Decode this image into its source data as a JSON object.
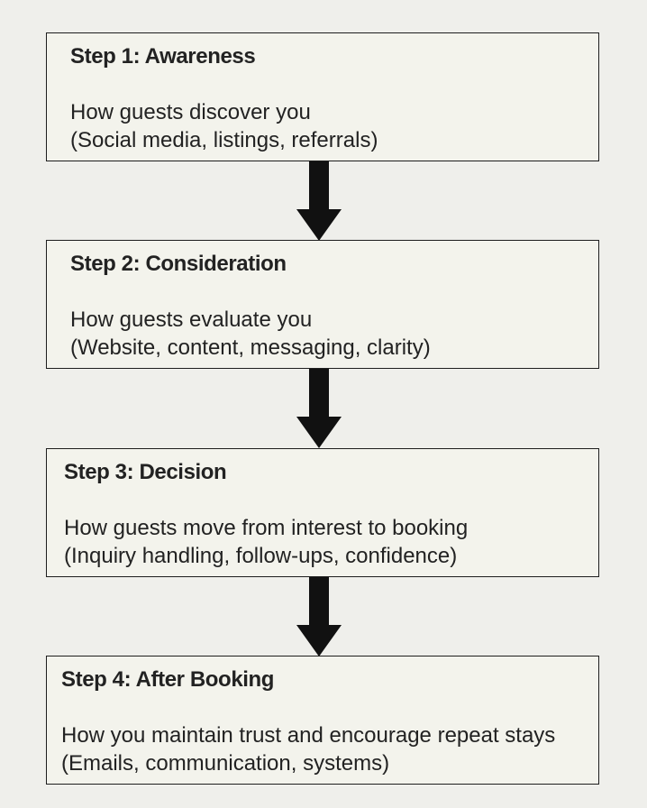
{
  "steps": [
    {
      "title": "Step 1: Awareness",
      "description": "How guests discover you",
      "detail": "(Social media, listings, referrals)"
    },
    {
      "title": "Step 2: Consideration",
      "description": "How guests evaluate you",
      "detail": "(Website, content, messaging, clarity)"
    },
    {
      "title": "Step 3: Decision",
      "description": "How guests move from interest to booking",
      "detail": "(Inquiry handling, follow-ups, confidence)"
    },
    {
      "title": "Step 4: After Booking",
      "description": "How you maintain trust and encourage repeat stays",
      "detail": "(Emails, communication, systems)"
    }
  ],
  "colors": {
    "background": "#efefeb",
    "box_fill": "#f3f3ec",
    "border": "#1e1e1e",
    "arrow": "#111111",
    "text": "#222222"
  }
}
